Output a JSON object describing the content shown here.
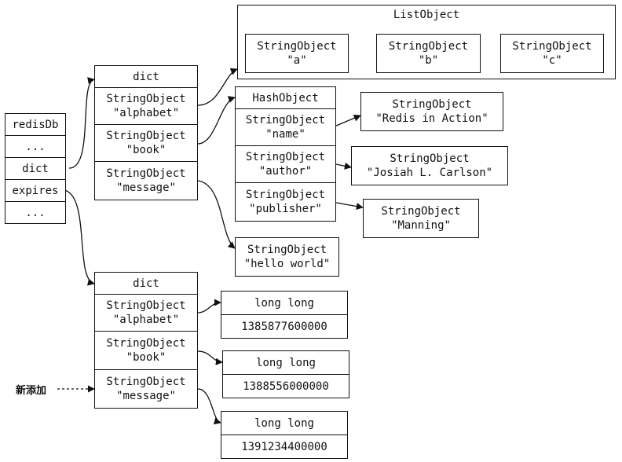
{
  "redisDb": {
    "title": "redisDb",
    "rows": [
      "...",
      "dict",
      "expires",
      "..."
    ]
  },
  "dict": {
    "title": "dict",
    "entries": [
      {
        "type": "StringObject",
        "key": "\"alphabet\""
      },
      {
        "type": "StringObject",
        "key": "\"book\""
      },
      {
        "type": "StringObject",
        "key": "\"message\""
      }
    ]
  },
  "list_object": {
    "title": "ListObject",
    "items": [
      {
        "type": "StringObject",
        "value": "\"a\""
      },
      {
        "type": "StringObject",
        "value": "\"b\""
      },
      {
        "type": "StringObject",
        "value": "\"c\""
      }
    ]
  },
  "hash_object": {
    "title": "HashObject",
    "fields": [
      {
        "type": "StringObject",
        "key": "\"name\"",
        "value_type": "StringObject",
        "value": "\"Redis in Action\""
      },
      {
        "type": "StringObject",
        "key": "\"author\"",
        "value_type": "StringObject",
        "value": "\"Josiah L. Carlson\""
      },
      {
        "type": "StringObject",
        "key": "\"publisher\"",
        "value_type": "StringObject",
        "value": "\"Manning\""
      }
    ]
  },
  "message_value": {
    "type": "StringObject",
    "value": "\"hello world\""
  },
  "expires": {
    "title": "dict",
    "entries": [
      {
        "type": "StringObject",
        "key": "\"alphabet\"",
        "value_type": "long long",
        "value": "1385877600000"
      },
      {
        "type": "StringObject",
        "key": "\"book\"",
        "value_type": "long long",
        "value": "1388556000000"
      },
      {
        "type": "StringObject",
        "key": "\"message\"",
        "value_type": "long long",
        "value": "1391234400000"
      }
    ]
  },
  "annotation": {
    "new_added": "新添加"
  }
}
